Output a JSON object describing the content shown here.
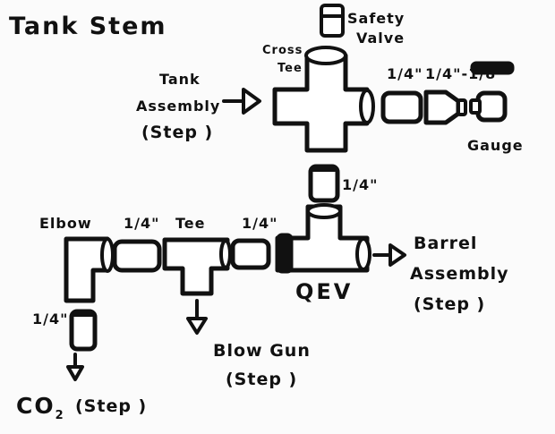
{
  "title": "Tank Stem",
  "labels": {
    "safety_valve_1": "Safety",
    "safety_valve_2": "Valve",
    "cross_tee_1": "Cross",
    "cross_tee_2": "Tee",
    "tank_assembly_1": "Tank",
    "tank_assembly_2": "Assembly",
    "tank_assembly_3": "(Step )",
    "quarter_right": "1/4\"",
    "reducer": "1/4\"-1/8\"",
    "gauge": "Gauge",
    "quarter_vertical": "1/4\"",
    "elbow": "Elbow",
    "quarter_left": "1/4\"",
    "tee": "Tee",
    "quarter_middle": "1/4\"",
    "qev": "QEV",
    "barrel_assembly_1": "Barrel",
    "barrel_assembly_2": "Assembly",
    "barrel_assembly_3": "(Step )",
    "quarter_bottom": "1/4\"",
    "blow_gun_1": "Blow Gun",
    "blow_gun_2": "(Step )",
    "co2_main": "CO",
    "co2_sub": "2",
    "co2_step": "(Step )"
  },
  "colors": {
    "ink": "#111111",
    "paper": "#fbfbfb"
  }
}
